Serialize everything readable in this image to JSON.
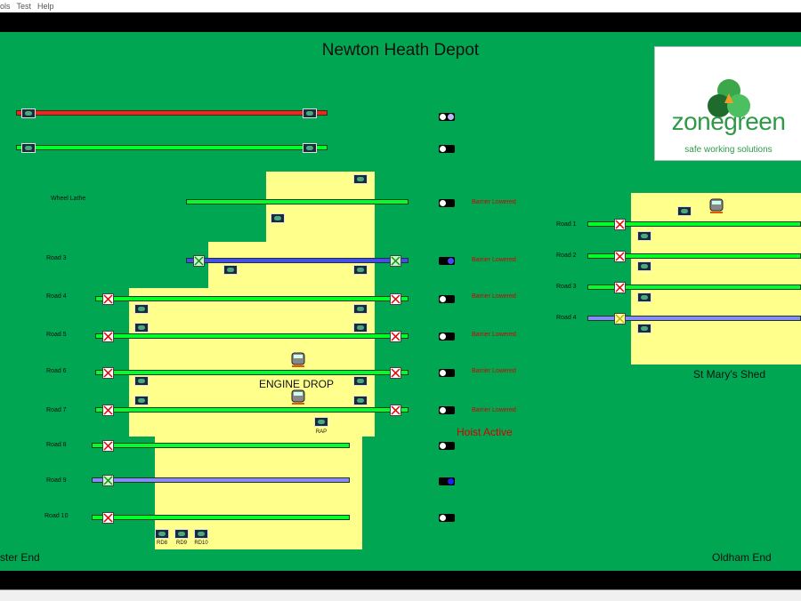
{
  "menu": {
    "tools_fragment": "ols",
    "test": "Test",
    "help": "Help"
  },
  "title": "Newton Heath Depot",
  "logo": {
    "word": "zonegreen",
    "tagline": "safe working solutions"
  },
  "labels": {
    "wheel_lathe": "Wheel Lathe",
    "engine_drop": "ENGINE DROP",
    "hoist": "Hoist Active",
    "st_marys": "St Mary's Shed",
    "left_end": "ster End",
    "right_end": "Oldham End",
    "rap": "RAP",
    "rd8": "RD8",
    "rd9": "RD9",
    "rd10": "RD10"
  },
  "roads_main": [
    "Road 3",
    "Road 4",
    "Road 5",
    "Road 6",
    "Road 7",
    "Road 8",
    "Road 9",
    "Road 10"
  ],
  "roads_shed": [
    "Road 1",
    "Road 2",
    "Road 3",
    "Road 4"
  ],
  "barrier_text": "Barrier Lowered",
  "colors": {
    "background": "#00a651",
    "yard": "#ffff8c",
    "track_active": "#00ff28",
    "track_red": "#ff1e1e",
    "track_blue": "#4848ff",
    "alert": "#d40000"
  }
}
